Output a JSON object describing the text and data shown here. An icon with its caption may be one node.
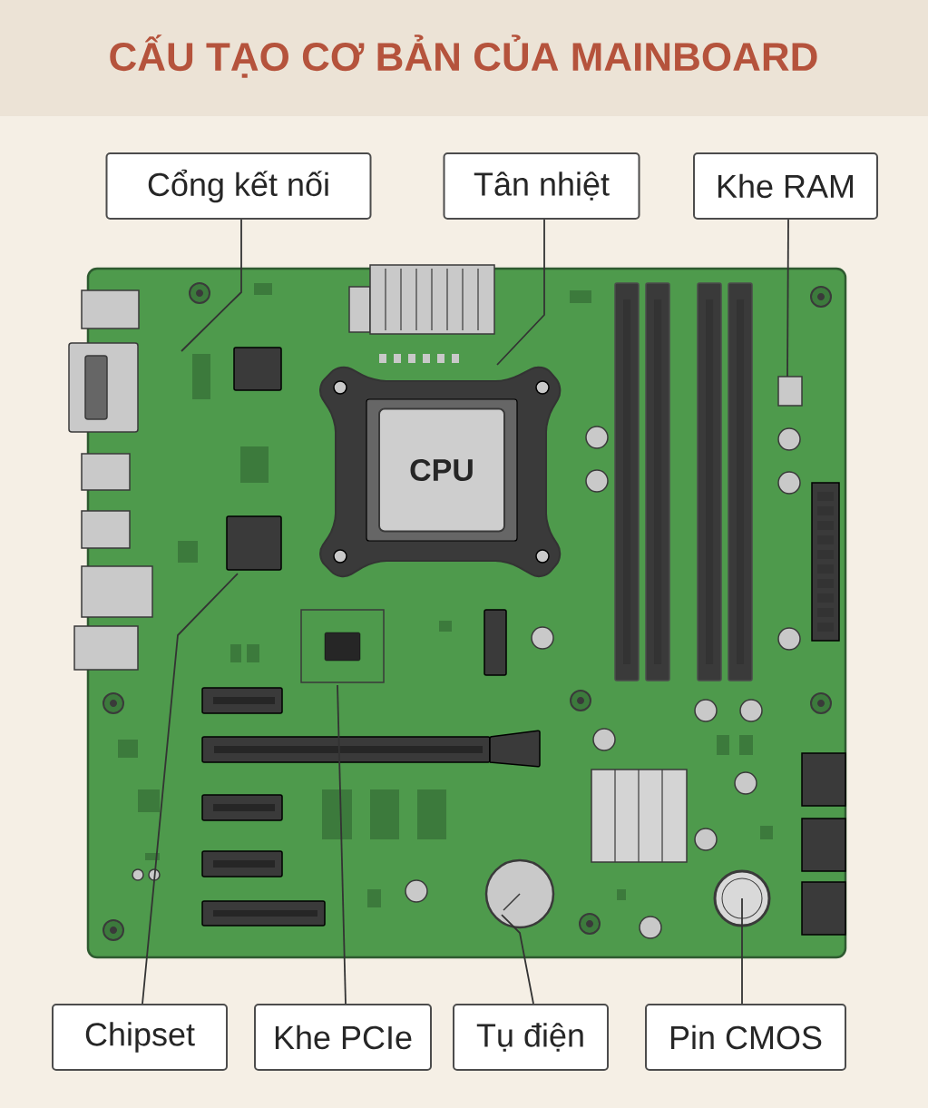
{
  "diagram": {
    "title": "CẤU TẠO CƠ BẢN CỦA MAINBOARD",
    "nodes": [
      {
        "text": [
          "Cổng kết nối"
        ]
      },
      {
        "text": [
          "Tân nhiệt"
        ]
      },
      {
        "text": [
          "Khe RAM"
        ]
      },
      {
        "text": [
          "CPU"
        ]
      },
      {
        "text": [
          "Chipset"
        ]
      },
      {
        "text": [
          "Khe PCIe"
        ]
      },
      {
        "text": [
          "Tụ điện"
        ]
      },
      {
        "text": [
          "Pin CMOS"
        ]
      }
    ],
    "edges": [
      {
        "from": 0,
        "to": null,
        "arrow": "none"
      },
      {
        "from": 1,
        "to": null,
        "arrow": "none"
      },
      {
        "from": 2,
        "to": null,
        "arrow": "none"
      },
      {
        "from": 4,
        "to": null,
        "arrow": "none"
      },
      {
        "from": 5,
        "to": null,
        "arrow": "none"
      },
      {
        "from": 6,
        "to": null,
        "arrow": "none"
      },
      {
        "from": 7,
        "to": null,
        "arrow": "none"
      }
    ]
  }
}
